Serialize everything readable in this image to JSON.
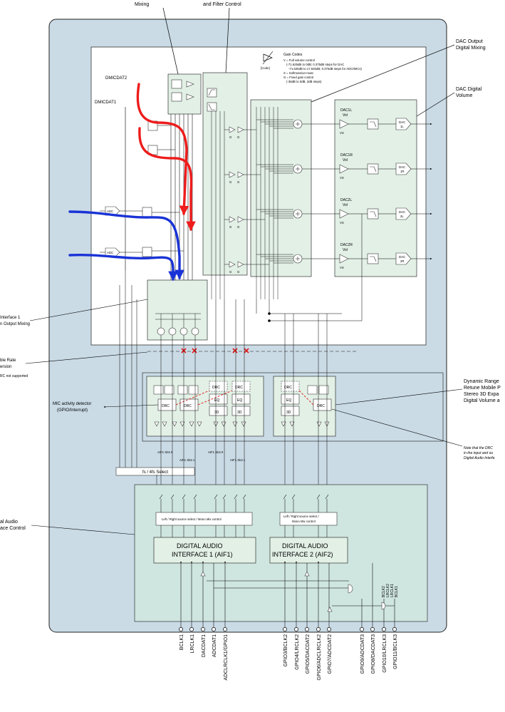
{
  "labels": {
    "top_mixing": "Mixing",
    "top_filter": "and Filter Control",
    "dac_out_line1": "DAC Output",
    "dac_out_line2": "Digital Mixing",
    "dac_vol_line1": "DAC Digital",
    "dac_vol_line2": "Volume",
    "dmicdat2": "DMICDAT2",
    "dmicdat1": "DMICDAT1",
    "iface_line1": "Interface 1",
    "iface_line2": "n Output Mixing",
    "srate_line1": "ble Rate",
    "srate_line2": "ersion",
    "src_note": "RC not supported",
    "mic_activity_line1": "MIC activity detector",
    "mic_activity_line2": "(GPIO/Interrupt)",
    "drc_desc_line1": "Dynamic Range",
    "drc_desc_line2": "Retune Mobile P",
    "drc_desc_line3": "Stereo 3D Expa",
    "drc_desc_line4": "Digital Volume a",
    "note_line1": "Note that the DRC",
    "note_line2": "in the input and ou",
    "note_line3": "Digital Audio Interfa",
    "dai_ctrl_line1": "al Audio",
    "dai_ctrl_line2": "ace Control",
    "fs_select": "fs / 4fs Select",
    "lr_select_1": "Left / Right source select / Mono Mix control",
    "lr_select_2a": "Left / Right source select /",
    "lr_select_2b": "Mono Mix control",
    "aif1_line1": "DIGITAL AUDIO",
    "aif1_line2": "INTERFACE 1 (AIF1)",
    "aif2_line1": "DIGITAL AUDIO",
    "aif2_line2": "INTERFACE 2 (AIF2)",
    "aif1_slot0": "AIF1 Slot 0",
    "aif1_slot1": "AIF1 Slot 1",
    "adc": "ADC",
    "drc": "DRC",
    "eq": "EQ",
    "threed": "3D",
    "vs": "VS",
    "g": "G",
    "code": "[Code]"
  },
  "gain_codes": {
    "title": "Gain Codes",
    "lines": [
      "V = Full volume control",
      "(-71.625dB to 0dB; 0.375dB steps for DAC",
      "-71.625dB to 17.625dB; 0.375dB steps for ADC/MICs)",
      "S = Softmute/un-mute",
      "G = Fixed gain control",
      "(-36dB to 0dB, 3dB steps)"
    ]
  },
  "dac_channels": [
    {
      "vol_name": "DAC1L",
      "vol_label": "Vol",
      "out": "DAC",
      "out_sub": "1L"
    },
    {
      "vol_name": "DAC1R",
      "vol_label": "Vol",
      "out": "DAC",
      "out_sub": "1R"
    },
    {
      "vol_name": "DAC2L",
      "vol_label": "Vol",
      "out": "DAC",
      "out_sub": "2L"
    },
    {
      "vol_name": "DAC2R",
      "vol_label": "Vol",
      "out": "DAC",
      "out_sub": "2R"
    }
  ],
  "pins": [
    "BCLK1",
    "LRCLK1",
    "DACDAT1",
    "ADCDAT1",
    "ADCLRCLK1/GPIO1",
    "GPIO3/BCLK2",
    "GPIO4/LRCLK2",
    "GPIO5/DACDAT2",
    "GPIO6/ADCLRCLK2",
    "GPIO7/ADCDAT2",
    "GPIO9/ADCDAT3",
    "GPIO8/DACDAT3",
    "GPIO10/LRCLK3",
    "GPIO11/BCLK3"
  ],
  "aif3_pins_vertical": [
    "BCLK2",
    "LRCLK2",
    "LRCLK1",
    "BCLK1"
  ],
  "colors": {
    "outer_bg": "#cadbe6",
    "panel_bg": "#e2f0e6",
    "aif_bg": "#cfe5df",
    "red_path": "#ee1c1c",
    "blue_path": "#1a33d6"
  }
}
